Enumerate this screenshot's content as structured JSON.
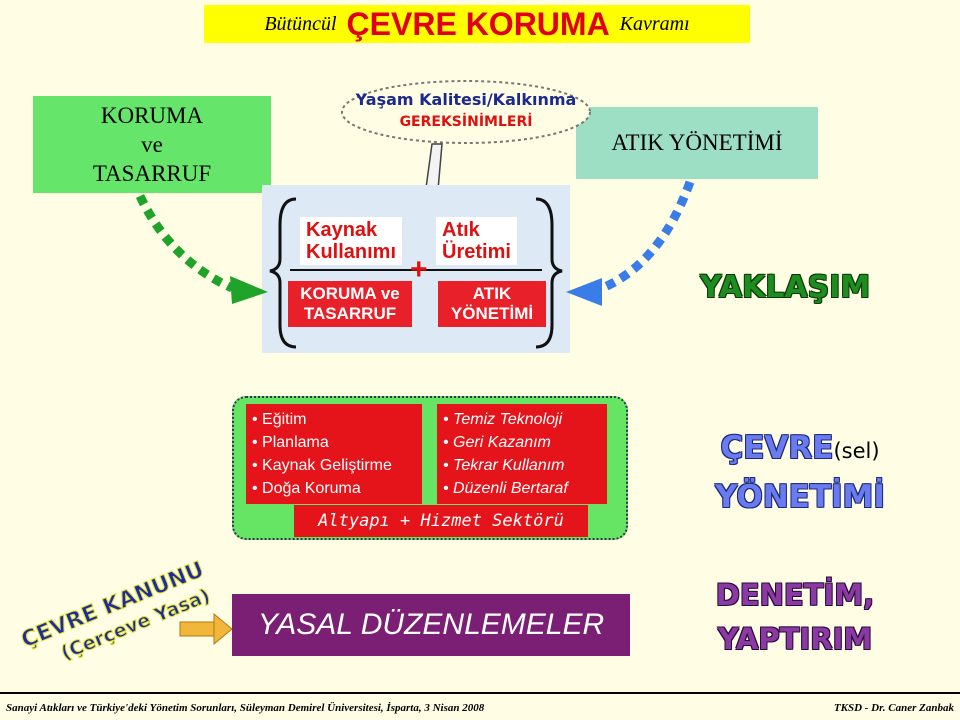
{
  "title": {
    "prefix": "Bütüncül",
    "main": "ÇEVRE KORUMA",
    "suffix": "Kavramı"
  },
  "koruma_box": {
    "line1": "KORUMA",
    "line2": "ve",
    "line3": "TASARRUF"
  },
  "atik_box": {
    "label": "ATIK YÖNETİMİ"
  },
  "bubble": {
    "line1": "Yaşam Kalitesi/Kalkınma",
    "line2": "GEREKSİNİMLERİ"
  },
  "center": {
    "left_top": {
      "line1": "Kaynak",
      "line2": "Kullanımı"
    },
    "right_top": {
      "line1": "Atık",
      "line2": "Üretimi"
    },
    "plus": "+",
    "left_bottom": {
      "line1": "KORUMA ve",
      "line2": "TASARRUF"
    },
    "right_bottom": {
      "line1": "ATIK",
      "line2": "YÖNETİMİ"
    }
  },
  "approach": "YAKLAŞIM",
  "panel": {
    "left_items": [
      "Eğitim",
      "Planlama",
      "Kaynak Geliştirme",
      "Doğa Koruma"
    ],
    "right_items": [
      "Temiz Teknoloji",
      "Geri Kazanım",
      "Tekrar Kullanım",
      "Düzenli Bertaraf"
    ],
    "infrastructure": "Altyapı + Hizmet Sektörü"
  },
  "cevre_yonetimi": {
    "word": "ÇEVRE",
    "suffix": "(sel)",
    "line2": "YÖNETİMİ"
  },
  "law": {
    "line1": "ÇEVRE KANUNU",
    "line2": "(Çerçeve Yasa)"
  },
  "regulations": "YASAL DÜZENLEMELER",
  "control": {
    "line1": "DENETİM,",
    "line2": "YAPTIRIM"
  },
  "footer": {
    "left": "Sanayi Atıkları ve Türkiye'deki Yönetim Sorunları, Süleyman Demirel Üniversitesi, İsparta, 3 Nisan 2008",
    "right": "TKSD - Dr. Caner Zanbak"
  },
  "colors": {
    "background": "#fffde3",
    "title_bg": "#ffff00",
    "title_red": "#e0001a",
    "green_box": "#66e56b",
    "teal_box": "#9ddfc4",
    "red_box": "#e5141b",
    "purple_box": "#7a1f74",
    "approach_green": "#1e8c1e",
    "management_blue": "#6a7bf0",
    "control_purple": "#8c3aa3",
    "arrow_green": "#1fa32a",
    "arrow_blue": "#3a7de8"
  }
}
